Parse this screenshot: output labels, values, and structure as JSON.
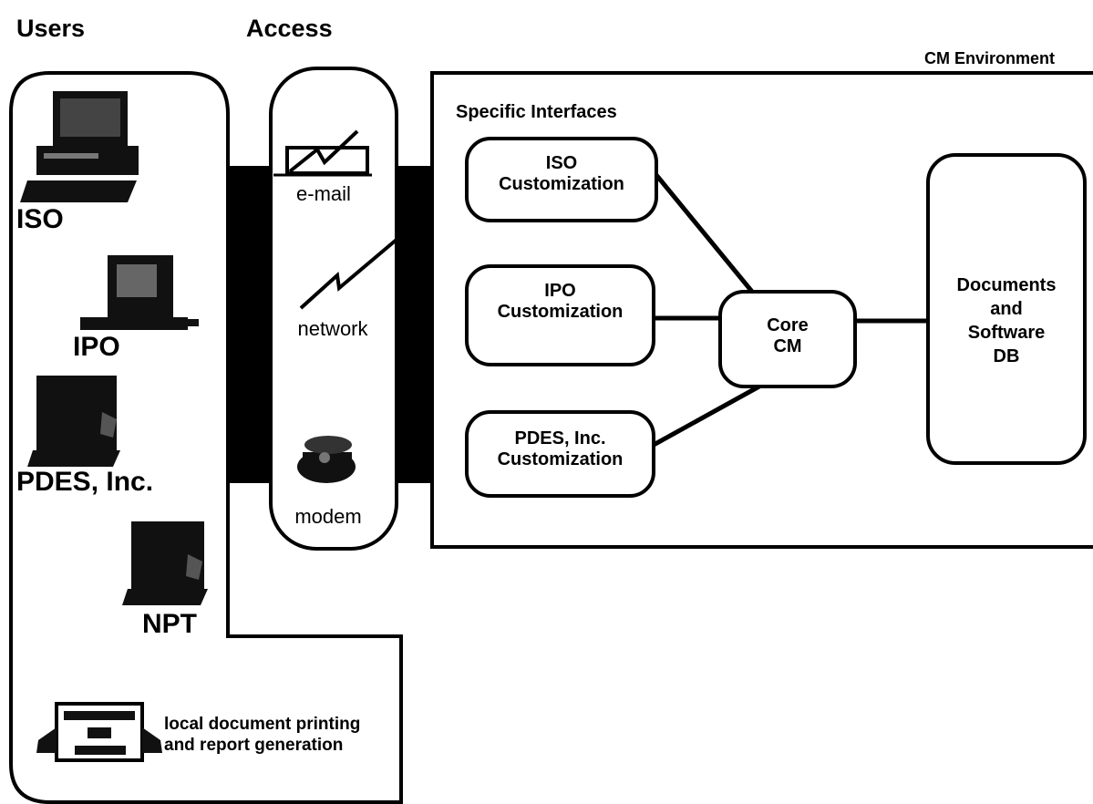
{
  "headers": {
    "users": "Users",
    "access": "Access",
    "cm_environment": "CM Environment",
    "specific_interfaces": "Specific Interfaces"
  },
  "users": {
    "iso": "ISO",
    "ipo": "IPO",
    "pdes": "PDES, Inc.",
    "npt": "NPT",
    "printing_line1": "local document printing",
    "printing_line2": "and report generation"
  },
  "access": {
    "email": "e-mail",
    "network": "network",
    "modem": "modem"
  },
  "interfaces": {
    "iso_line1": "ISO",
    "iso_line2": "Customization",
    "ipo_line1": "IPO",
    "ipo_line2": "Customization",
    "pdes_line1": "PDES, Inc.",
    "pdes_line2": "Customization"
  },
  "core": {
    "line1": "Core",
    "line2": "CM"
  },
  "database": {
    "line1": "Documents",
    "line2": "and",
    "line3": "Software",
    "line4": "DB"
  },
  "icons": [
    "desktop-computer-icon",
    "mac-computer-icon",
    "terminal-icon",
    "terminal-icon",
    "printer-icon",
    "email-envelope-icon",
    "lightning-icon",
    "telephone-icon"
  ]
}
